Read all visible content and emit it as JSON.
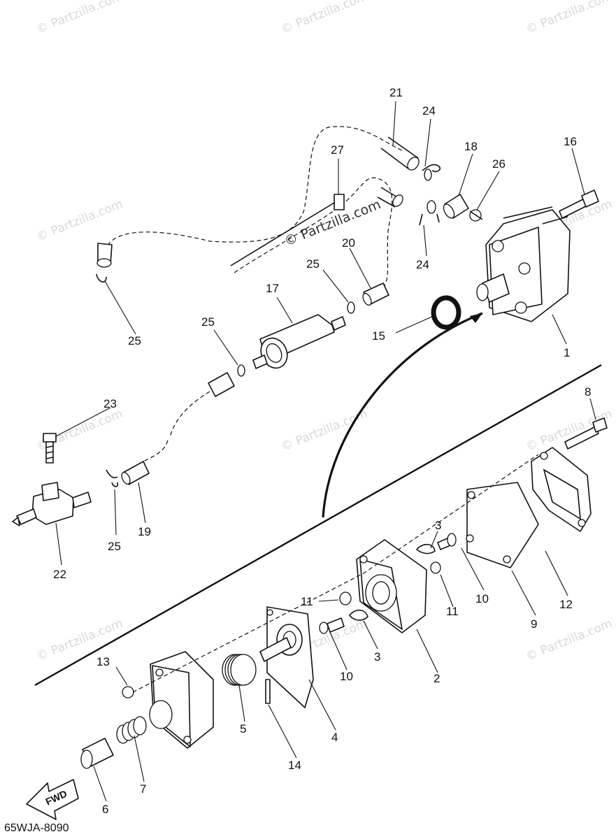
{
  "watermark": {
    "text": "© Partzilla.com"
  },
  "drawing_code": "65WJA-8090",
  "fwd_label": "FWD",
  "callouts": {
    "c1": "1",
    "c2": "2",
    "c3a": "3",
    "c3b": "3",
    "c4": "4",
    "c5": "5",
    "c6": "6",
    "c7": "7",
    "c8": "8",
    "c9": "9",
    "c10a": "10",
    "c10b": "10",
    "c11a": "11",
    "c11b": "11",
    "c12": "12",
    "c13": "13",
    "c14": "14",
    "c15": "15",
    "c16": "16",
    "c17": "17",
    "c18": "18",
    "c19": "19",
    "c20": "20",
    "c21": "21",
    "c22": "22",
    "c23": "23",
    "c24a": "24",
    "c24b": "24",
    "c25a": "25",
    "c25b": "25",
    "c25c": "25",
    "c25d": "25",
    "c26": "26",
    "c27": "27"
  }
}
